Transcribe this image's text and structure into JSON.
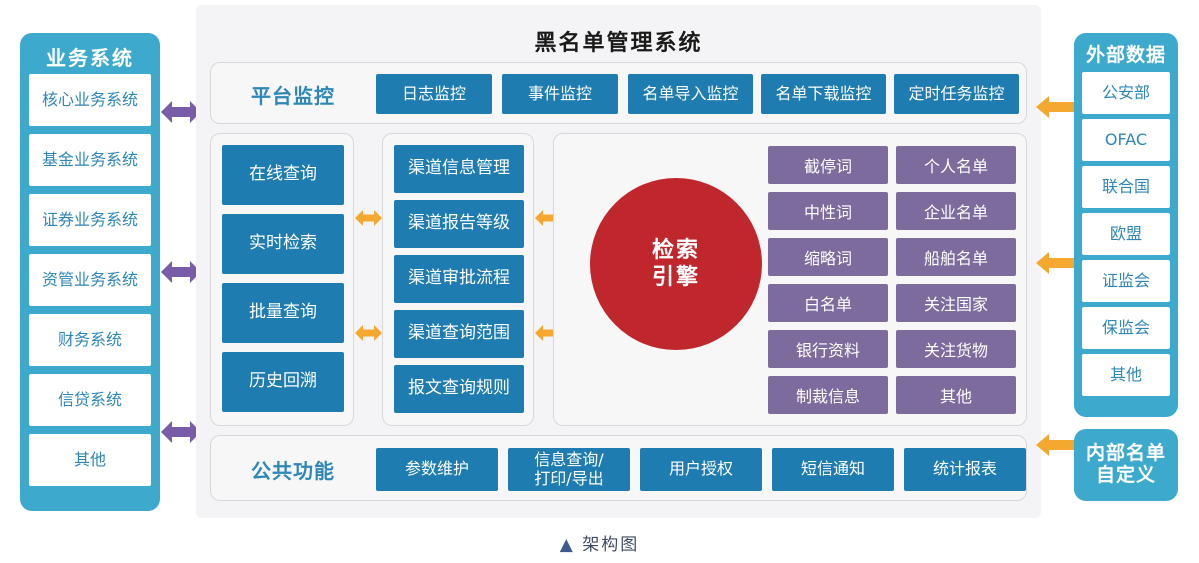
{
  "page": {
    "caption": "架构图",
    "caption_marker": "▲",
    "background": "#ffffff"
  },
  "colors": {
    "sidebar_blue": "#3da9cd",
    "chip_blue": "#1f7cb0",
    "purple": "#7d6b9d",
    "engine_red": "#c0272d",
    "arrow_purple": "#7a5ca8",
    "arrow_orange": "#f5a830",
    "panel_bg": "#f4f4f6",
    "subpanel_bg": "#f7f7f8",
    "label_blue": "#2f87b5"
  },
  "left_sidebar": {
    "title": "业务系统",
    "items": [
      {
        "label": "核心业务系统"
      },
      {
        "label": "基金业务系统"
      },
      {
        "label": "证券业务系统"
      },
      {
        "label": "资管业务系统"
      },
      {
        "label": "财务系统"
      },
      {
        "label": "信贷系统"
      },
      {
        "label": "其他"
      }
    ]
  },
  "right_sidebar": {
    "title": "外部数据",
    "items": [
      {
        "label": "公安部"
      },
      {
        "label": "OFAC"
      },
      {
        "label": "联合国"
      },
      {
        "label": "欧盟"
      },
      {
        "label": "证监会"
      },
      {
        "label": "保监会"
      },
      {
        "label": "其他"
      }
    ],
    "internal_box": "内部名单\n自定义",
    "internal_box_line1": "内部名单",
    "internal_box_line2": "自定义"
  },
  "main": {
    "title": "黑名单管理系统",
    "monitoring": {
      "label": "平台监控",
      "items": [
        {
          "label": "日志监控"
        },
        {
          "label": "事件监控"
        },
        {
          "label": "名单导入监控"
        },
        {
          "label": "名单下载监控"
        },
        {
          "label": "定时任务监控"
        }
      ]
    },
    "query_column": {
      "items": [
        {
          "label": "在线查询"
        },
        {
          "label": "实时检索"
        },
        {
          "label": "批量查询"
        },
        {
          "label": "历史回溯"
        }
      ]
    },
    "channel_column": {
      "items": [
        {
          "label": "渠道信息管理"
        },
        {
          "label": "渠道报告等级"
        },
        {
          "label": "渠道审批流程"
        },
        {
          "label": "渠道查询范围"
        },
        {
          "label": "报文查询规则"
        }
      ]
    },
    "engine": {
      "line1": "检索",
      "line2": "引擎"
    },
    "data_grid": {
      "column_left": [
        {
          "label": "截停词"
        },
        {
          "label": "中性词"
        },
        {
          "label": "缩略词"
        },
        {
          "label": "白名单"
        },
        {
          "label": "银行资料"
        },
        {
          "label": "制裁信息"
        }
      ],
      "column_right": [
        {
          "label": "个人名单"
        },
        {
          "label": "企业名单"
        },
        {
          "label": "船舶名单"
        },
        {
          "label": "关注国家"
        },
        {
          "label": "关注货物"
        },
        {
          "label": "其他"
        }
      ]
    },
    "common": {
      "label": "公共功能",
      "items": [
        {
          "label": "参数维护",
          "line1": "参数维护",
          "line2": ""
        },
        {
          "label": "信息查询/打印/导出",
          "line1": "信息查询/",
          "line2": "打印/导出"
        },
        {
          "label": "用户授权",
          "line1": "用户授权",
          "line2": ""
        },
        {
          "label": "短信通知",
          "line1": "短信通知",
          "line2": ""
        },
        {
          "label": "统计报表",
          "line1": "统计报表",
          "line2": ""
        }
      ]
    }
  },
  "connectors": {
    "left_arrows": [
      {
        "name": "left-arrow-top",
        "direction": "bidirectional"
      },
      {
        "name": "left-arrow-middle",
        "direction": "bidirectional"
      },
      {
        "name": "left-arrow-bottom",
        "direction": "bidirectional"
      }
    ],
    "right_arrows": [
      {
        "name": "right-arrow-top",
        "direction": "left"
      },
      {
        "name": "right-arrow-middle",
        "direction": "left"
      },
      {
        "name": "right-arrow-bottom",
        "direction": "left"
      }
    ],
    "inner_arrows": [
      {
        "name": "inner-arrow-col1-col2-top",
        "direction": "bidirectional"
      },
      {
        "name": "inner-arrow-col1-col2-bottom",
        "direction": "bidirectional"
      },
      {
        "name": "inner-arrow-col2-engine-top",
        "direction": "bidirectional"
      },
      {
        "name": "inner-arrow-col2-engine-bottom",
        "direction": "bidirectional"
      }
    ]
  }
}
